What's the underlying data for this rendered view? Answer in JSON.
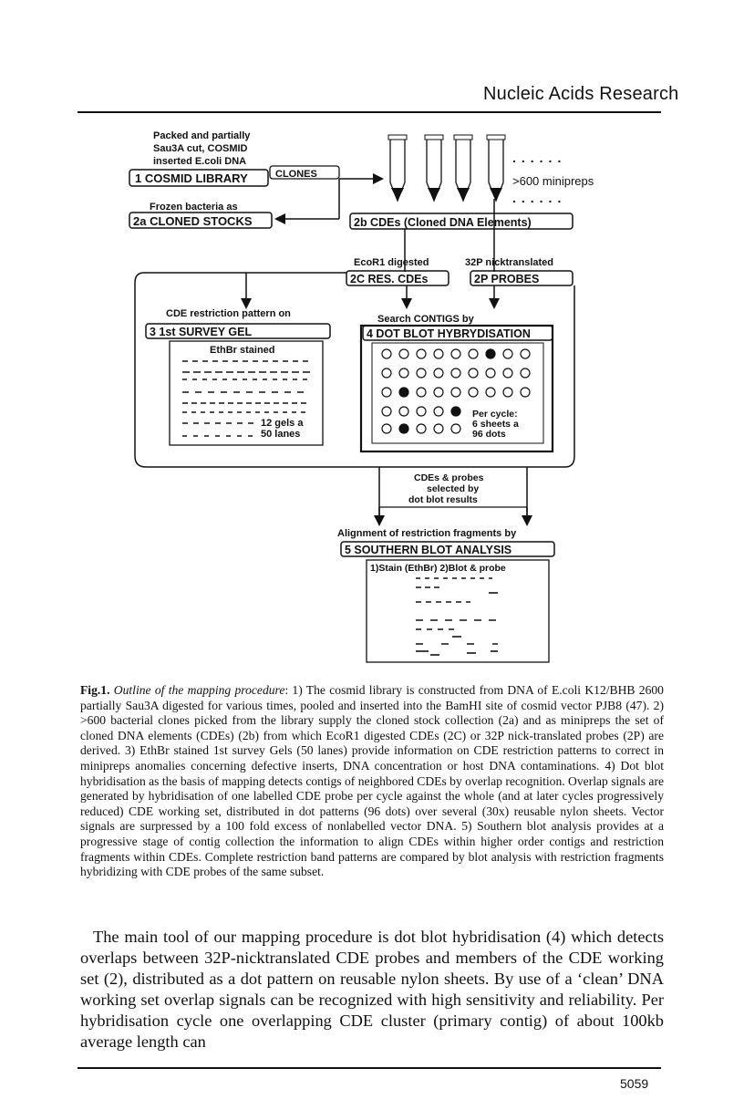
{
  "header": {
    "journal": "Nucleic Acids Research"
  },
  "figure": {
    "input_note": [
      "Packed and partially",
      "Sau3A cut, COSMID",
      "inserted E.coli DNA"
    ],
    "box1": "1 COSMID LIBRARY",
    "clones_label": "CLONES",
    "frozen_note": "Frozen bacteria as",
    "box2a": "2a CLONED STOCKS",
    "minipreps": ">600 minipreps",
    "box2b": "2b CDEs (Cloned DNA Elements)",
    "ecor1_label": "EcoR1 digested",
    "p32_label": "32P nicktranslated",
    "box2c": "2C RES. CDEs",
    "box2p": "2P PROBES",
    "restriction_note": "CDE restriction pattern on",
    "box3": "3 1st SURVEY GEL",
    "ethbr": "EthBr stained",
    "gels_note": [
      "12 gels a",
      "50 lanes"
    ],
    "contigs_note": "Search CONTIGS by",
    "box4": "4 DOT BLOT HYBRYDISATION",
    "dots_note": [
      "Per cycle:",
      "6 sheets a",
      "96 dots"
    ],
    "selected_note": [
      "CDEs & probes",
      "selected by",
      "dot blot results"
    ],
    "alignment_note": "Alignment of restriction fragments by",
    "box5": "5 SOUTHERN BLOT ANALYSIS",
    "stain_note": "1)Stain (EthBr) 2)Blot & probe"
  },
  "caption": {
    "label": "Fig.1.",
    "title": "Outline of the mapping procedure",
    "text": ": 1) The cosmid library is constructed from DNA of E.coli K12/BHB 2600 partially Sau3A digested for various times, pooled and inserted into the BamHI site of cosmid vector PJB8 (47). 2) >600 bacterial clones picked from the library supply the cloned stock collection (2a) and as minipreps the set of cloned DNA elements (CDEs) (2b) from which EcoR1 digested CDEs (2C) or 32P nick-translated probes (2P) are derived. 3) EthBr stained 1st survey Gels (50 lanes) provide information on CDE restriction patterns to correct in minipreps anomalies concerning defective inserts, DNA concentration or host DNA contaminations. 4) Dot blot hybridisation as the basis of mapping detects contigs of neighbored CDEs by overlap recognition. Overlap signals are generated by hybridisation of one labelled CDE probe per cycle against the whole (and at later cycles progressively reduced) CDE working set, distributed in dot patterns (96 dots) over several (30x) reusable nylon sheets. Vector signals are surpressed by a 100 fold excess of nonlabelled vector DNA. 5) Southern blot analysis provides at a progressive stage of contig collection the information to align CDEs within higher order contigs and restriction fragments within CDEs. Complete restriction band patterns are compared by blot analysis with restriction fragments hybridizing with CDE probes of the same subset."
  },
  "body": {
    "paragraph": "The main tool of our mapping procedure is dot blot hybridisation (4) which detects overlaps between 32P-nicktranslated CDE probes and members of the CDE working set (2), distributed as a dot pattern on reusable nylon sheets. By use of a ‘clean’ DNA working set overlap signals can be recognized with high sensitivity and reliability. Per hybridisation cycle one overlapping CDE cluster (primary contig) of about 100kb average length can"
  },
  "footer": {
    "page_number": "5059"
  }
}
